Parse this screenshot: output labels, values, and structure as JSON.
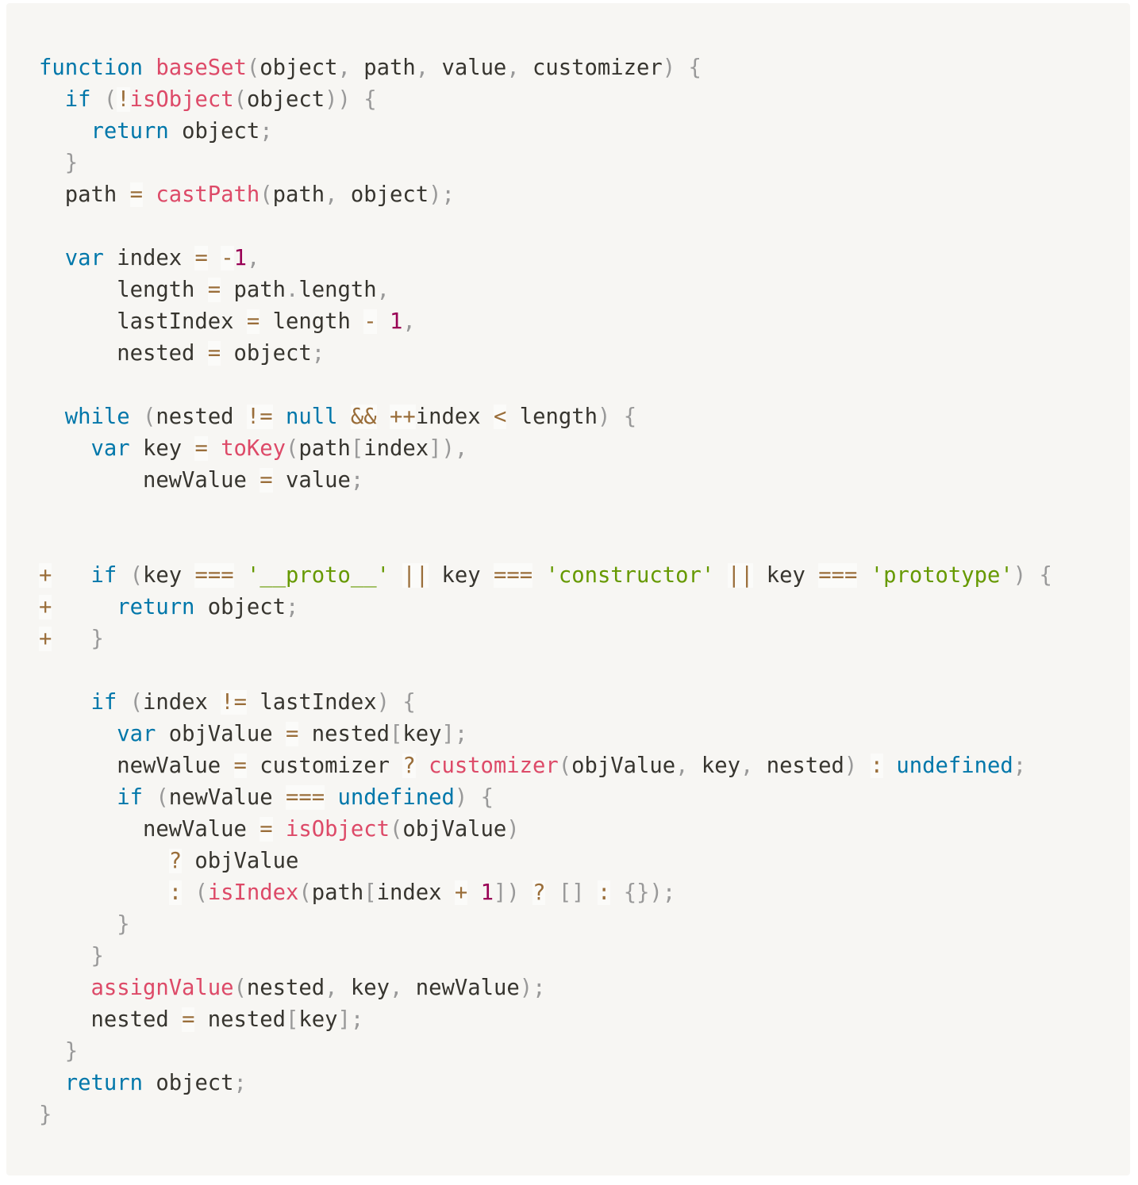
{
  "language": "javascript",
  "lines": [
    [
      [
        "kw",
        "function"
      ],
      [
        "id",
        " "
      ],
      [
        "fn",
        "baseSet"
      ],
      [
        "p",
        "("
      ],
      [
        "id",
        "object"
      ],
      [
        "p",
        ","
      ],
      [
        "id",
        " path"
      ],
      [
        "p",
        ","
      ],
      [
        "id",
        " value"
      ],
      [
        "p",
        ","
      ],
      [
        "id",
        " customizer"
      ],
      [
        "p",
        ")"
      ],
      [
        "id",
        " "
      ],
      [
        "p",
        "{"
      ]
    ],
    [
      [
        "id",
        "  "
      ],
      [
        "kw",
        "if"
      ],
      [
        "id",
        " "
      ],
      [
        "p",
        "("
      ],
      [
        "op",
        "!"
      ],
      [
        "fn",
        "isObject"
      ],
      [
        "p",
        "("
      ],
      [
        "id",
        "object"
      ],
      [
        "p",
        "))"
      ],
      [
        "id",
        " "
      ],
      [
        "p",
        "{"
      ]
    ],
    [
      [
        "id",
        "    "
      ],
      [
        "kw",
        "return"
      ],
      [
        "id",
        " object"
      ],
      [
        "p",
        ";"
      ]
    ],
    [
      [
        "id",
        "  "
      ],
      [
        "p",
        "}"
      ]
    ],
    [
      [
        "id",
        "  path "
      ],
      [
        "op",
        "="
      ],
      [
        "id",
        " "
      ],
      [
        "fn",
        "castPath"
      ],
      [
        "p",
        "("
      ],
      [
        "id",
        "path"
      ],
      [
        "p",
        ","
      ],
      [
        "id",
        " object"
      ],
      [
        "p",
        ");"
      ]
    ],
    [],
    [
      [
        "id",
        "  "
      ],
      [
        "kw",
        "var"
      ],
      [
        "id",
        " index "
      ],
      [
        "op",
        "="
      ],
      [
        "id",
        " "
      ],
      [
        "op",
        "-"
      ],
      [
        "num",
        "1"
      ],
      [
        "p",
        ","
      ]
    ],
    [
      [
        "id",
        "      length "
      ],
      [
        "op",
        "="
      ],
      [
        "id",
        " path"
      ],
      [
        "p",
        "."
      ],
      [
        "id",
        "length"
      ],
      [
        "p",
        ","
      ]
    ],
    [
      [
        "id",
        "      lastIndex "
      ],
      [
        "op",
        "="
      ],
      [
        "id",
        " length "
      ],
      [
        "op",
        "-"
      ],
      [
        "id",
        " "
      ],
      [
        "num",
        "1"
      ],
      [
        "p",
        ","
      ]
    ],
    [
      [
        "id",
        "      nested "
      ],
      [
        "op",
        "="
      ],
      [
        "id",
        " object"
      ],
      [
        "p",
        ";"
      ]
    ],
    [],
    [
      [
        "id",
        "  "
      ],
      [
        "kw",
        "while"
      ],
      [
        "id",
        " "
      ],
      [
        "p",
        "("
      ],
      [
        "id",
        "nested "
      ],
      [
        "op",
        "!="
      ],
      [
        "id",
        " "
      ],
      [
        "kw",
        "null"
      ],
      [
        "id",
        " "
      ],
      [
        "op",
        "&&"
      ],
      [
        "id",
        " "
      ],
      [
        "op",
        "++"
      ],
      [
        "id",
        "index "
      ],
      [
        "op",
        "<"
      ],
      [
        "id",
        " length"
      ],
      [
        "p",
        ")"
      ],
      [
        "id",
        " "
      ],
      [
        "p",
        "{"
      ]
    ],
    [
      [
        "id",
        "    "
      ],
      [
        "kw",
        "var"
      ],
      [
        "id",
        " key "
      ],
      [
        "op",
        "="
      ],
      [
        "id",
        " "
      ],
      [
        "fn",
        "toKey"
      ],
      [
        "p",
        "("
      ],
      [
        "id",
        "path"
      ],
      [
        "p",
        "["
      ],
      [
        "id",
        "index"
      ],
      [
        "p",
        "]),"
      ]
    ],
    [
      [
        "id",
        "        newValue "
      ],
      [
        "op",
        "="
      ],
      [
        "id",
        " value"
      ],
      [
        "p",
        ";"
      ]
    ],
    [],
    [],
    [
      [
        "op",
        "+"
      ],
      [
        "id",
        "   "
      ],
      [
        "kw",
        "if"
      ],
      [
        "id",
        " "
      ],
      [
        "p",
        "("
      ],
      [
        "id",
        "key "
      ],
      [
        "op",
        "==="
      ],
      [
        "id",
        " "
      ],
      [
        "str",
        "'__proto__'"
      ],
      [
        "id",
        " "
      ],
      [
        "op",
        "||"
      ],
      [
        "id",
        " key "
      ],
      [
        "op",
        "==="
      ],
      [
        "id",
        " "
      ],
      [
        "str",
        "'constructor'"
      ],
      [
        "id",
        " "
      ],
      [
        "op",
        "||"
      ],
      [
        "id",
        " key "
      ],
      [
        "op",
        "==="
      ],
      [
        "id",
        " "
      ],
      [
        "str",
        "'prototype'"
      ],
      [
        "p",
        ")"
      ],
      [
        "id",
        " "
      ],
      [
        "p",
        "{"
      ]
    ],
    [
      [
        "op",
        "+"
      ],
      [
        "id",
        "     "
      ],
      [
        "kw",
        "return"
      ],
      [
        "id",
        " object"
      ],
      [
        "p",
        ";"
      ]
    ],
    [
      [
        "op",
        "+"
      ],
      [
        "id",
        "   "
      ],
      [
        "p",
        "}"
      ]
    ],
    [],
    [
      [
        "id",
        "    "
      ],
      [
        "kw",
        "if"
      ],
      [
        "id",
        " "
      ],
      [
        "p",
        "("
      ],
      [
        "id",
        "index "
      ],
      [
        "op",
        "!="
      ],
      [
        "id",
        " lastIndex"
      ],
      [
        "p",
        ")"
      ],
      [
        "id",
        " "
      ],
      [
        "p",
        "{"
      ]
    ],
    [
      [
        "id",
        "      "
      ],
      [
        "kw",
        "var"
      ],
      [
        "id",
        " objValue "
      ],
      [
        "op",
        "="
      ],
      [
        "id",
        " nested"
      ],
      [
        "p",
        "["
      ],
      [
        "id",
        "key"
      ],
      [
        "p",
        "];"
      ]
    ],
    [
      [
        "id",
        "      newValue "
      ],
      [
        "op",
        "="
      ],
      [
        "id",
        " customizer "
      ],
      [
        "op",
        "?"
      ],
      [
        "id",
        " "
      ],
      [
        "fn",
        "customizer"
      ],
      [
        "p",
        "("
      ],
      [
        "id",
        "objValue"
      ],
      [
        "p",
        ","
      ],
      [
        "id",
        " key"
      ],
      [
        "p",
        ","
      ],
      [
        "id",
        " nested"
      ],
      [
        "p",
        ")"
      ],
      [
        "id",
        " "
      ],
      [
        "op",
        ":"
      ],
      [
        "id",
        " "
      ],
      [
        "kw",
        "undefined"
      ],
      [
        "p",
        ";"
      ]
    ],
    [
      [
        "id",
        "      "
      ],
      [
        "kw",
        "if"
      ],
      [
        "id",
        " "
      ],
      [
        "p",
        "("
      ],
      [
        "id",
        "newValue "
      ],
      [
        "op",
        "==="
      ],
      [
        "id",
        " "
      ],
      [
        "kw",
        "undefined"
      ],
      [
        "p",
        ")"
      ],
      [
        "id",
        " "
      ],
      [
        "p",
        "{"
      ]
    ],
    [
      [
        "id",
        "        newValue "
      ],
      [
        "op",
        "="
      ],
      [
        "id",
        " "
      ],
      [
        "fn",
        "isObject"
      ],
      [
        "p",
        "("
      ],
      [
        "id",
        "objValue"
      ],
      [
        "p",
        ")"
      ]
    ],
    [
      [
        "id",
        "          "
      ],
      [
        "op",
        "?"
      ],
      [
        "id",
        " objValue"
      ]
    ],
    [
      [
        "id",
        "          "
      ],
      [
        "op",
        ":"
      ],
      [
        "id",
        " "
      ],
      [
        "p",
        "("
      ],
      [
        "fn",
        "isIndex"
      ],
      [
        "p",
        "("
      ],
      [
        "id",
        "path"
      ],
      [
        "p",
        "["
      ],
      [
        "id",
        "index "
      ],
      [
        "op",
        "+"
      ],
      [
        "id",
        " "
      ],
      [
        "num",
        "1"
      ],
      [
        "p",
        "])"
      ],
      [
        "id",
        " "
      ],
      [
        "op",
        "?"
      ],
      [
        "id",
        " "
      ],
      [
        "p",
        "[]"
      ],
      [
        "id",
        " "
      ],
      [
        "op",
        ":"
      ],
      [
        "id",
        " "
      ],
      [
        "p",
        "{});"
      ]
    ],
    [
      [
        "id",
        "      "
      ],
      [
        "p",
        "}"
      ]
    ],
    [
      [
        "id",
        "    "
      ],
      [
        "p",
        "}"
      ]
    ],
    [
      [
        "id",
        "    "
      ],
      [
        "fn",
        "assignValue"
      ],
      [
        "p",
        "("
      ],
      [
        "id",
        "nested"
      ],
      [
        "p",
        ","
      ],
      [
        "id",
        " key"
      ],
      [
        "p",
        ","
      ],
      [
        "id",
        " newValue"
      ],
      [
        "p",
        ");"
      ]
    ],
    [
      [
        "id",
        "    nested "
      ],
      [
        "op",
        "="
      ],
      [
        "id",
        " nested"
      ],
      [
        "p",
        "["
      ],
      [
        "id",
        "key"
      ],
      [
        "p",
        "];"
      ]
    ],
    [
      [
        "id",
        "  "
      ],
      [
        "p",
        "}"
      ]
    ],
    [
      [
        "id",
        "  "
      ],
      [
        "kw",
        "return"
      ],
      [
        "id",
        " object"
      ],
      [
        "p",
        ";"
      ]
    ],
    [
      [
        "p",
        "}"
      ]
    ]
  ]
}
